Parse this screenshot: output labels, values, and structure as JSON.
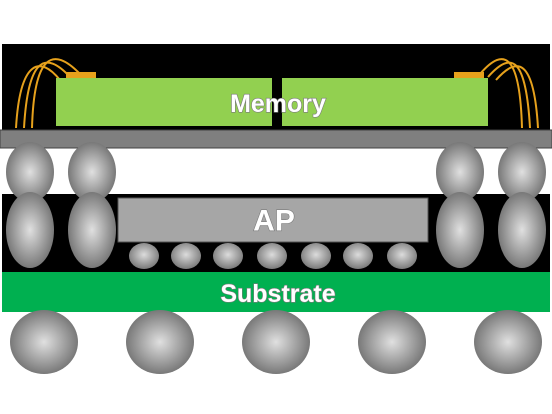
{
  "diagram": {
    "labels": {
      "memory": "Memory",
      "ap": "AP",
      "substrate": "Substrate"
    },
    "colors": {
      "package_black": "#000000",
      "memory_green": "#92d050",
      "substrate_green": "#00b050",
      "interposer_gray": "#7f7f7f",
      "ap_gray": "#a6a6a6",
      "wire_gold": "#e6a11c",
      "ball_light": "#e0e0e0",
      "ball_dark": "#6e6e6e",
      "label_text": "#ffffff"
    },
    "counts": {
      "upper_pop_balls_per_side": 2,
      "lower_pop_balls_per_side": 2,
      "ap_microbumps": 7,
      "bottom_bga_balls": 5,
      "bond_wires_per_side": 3
    }
  }
}
